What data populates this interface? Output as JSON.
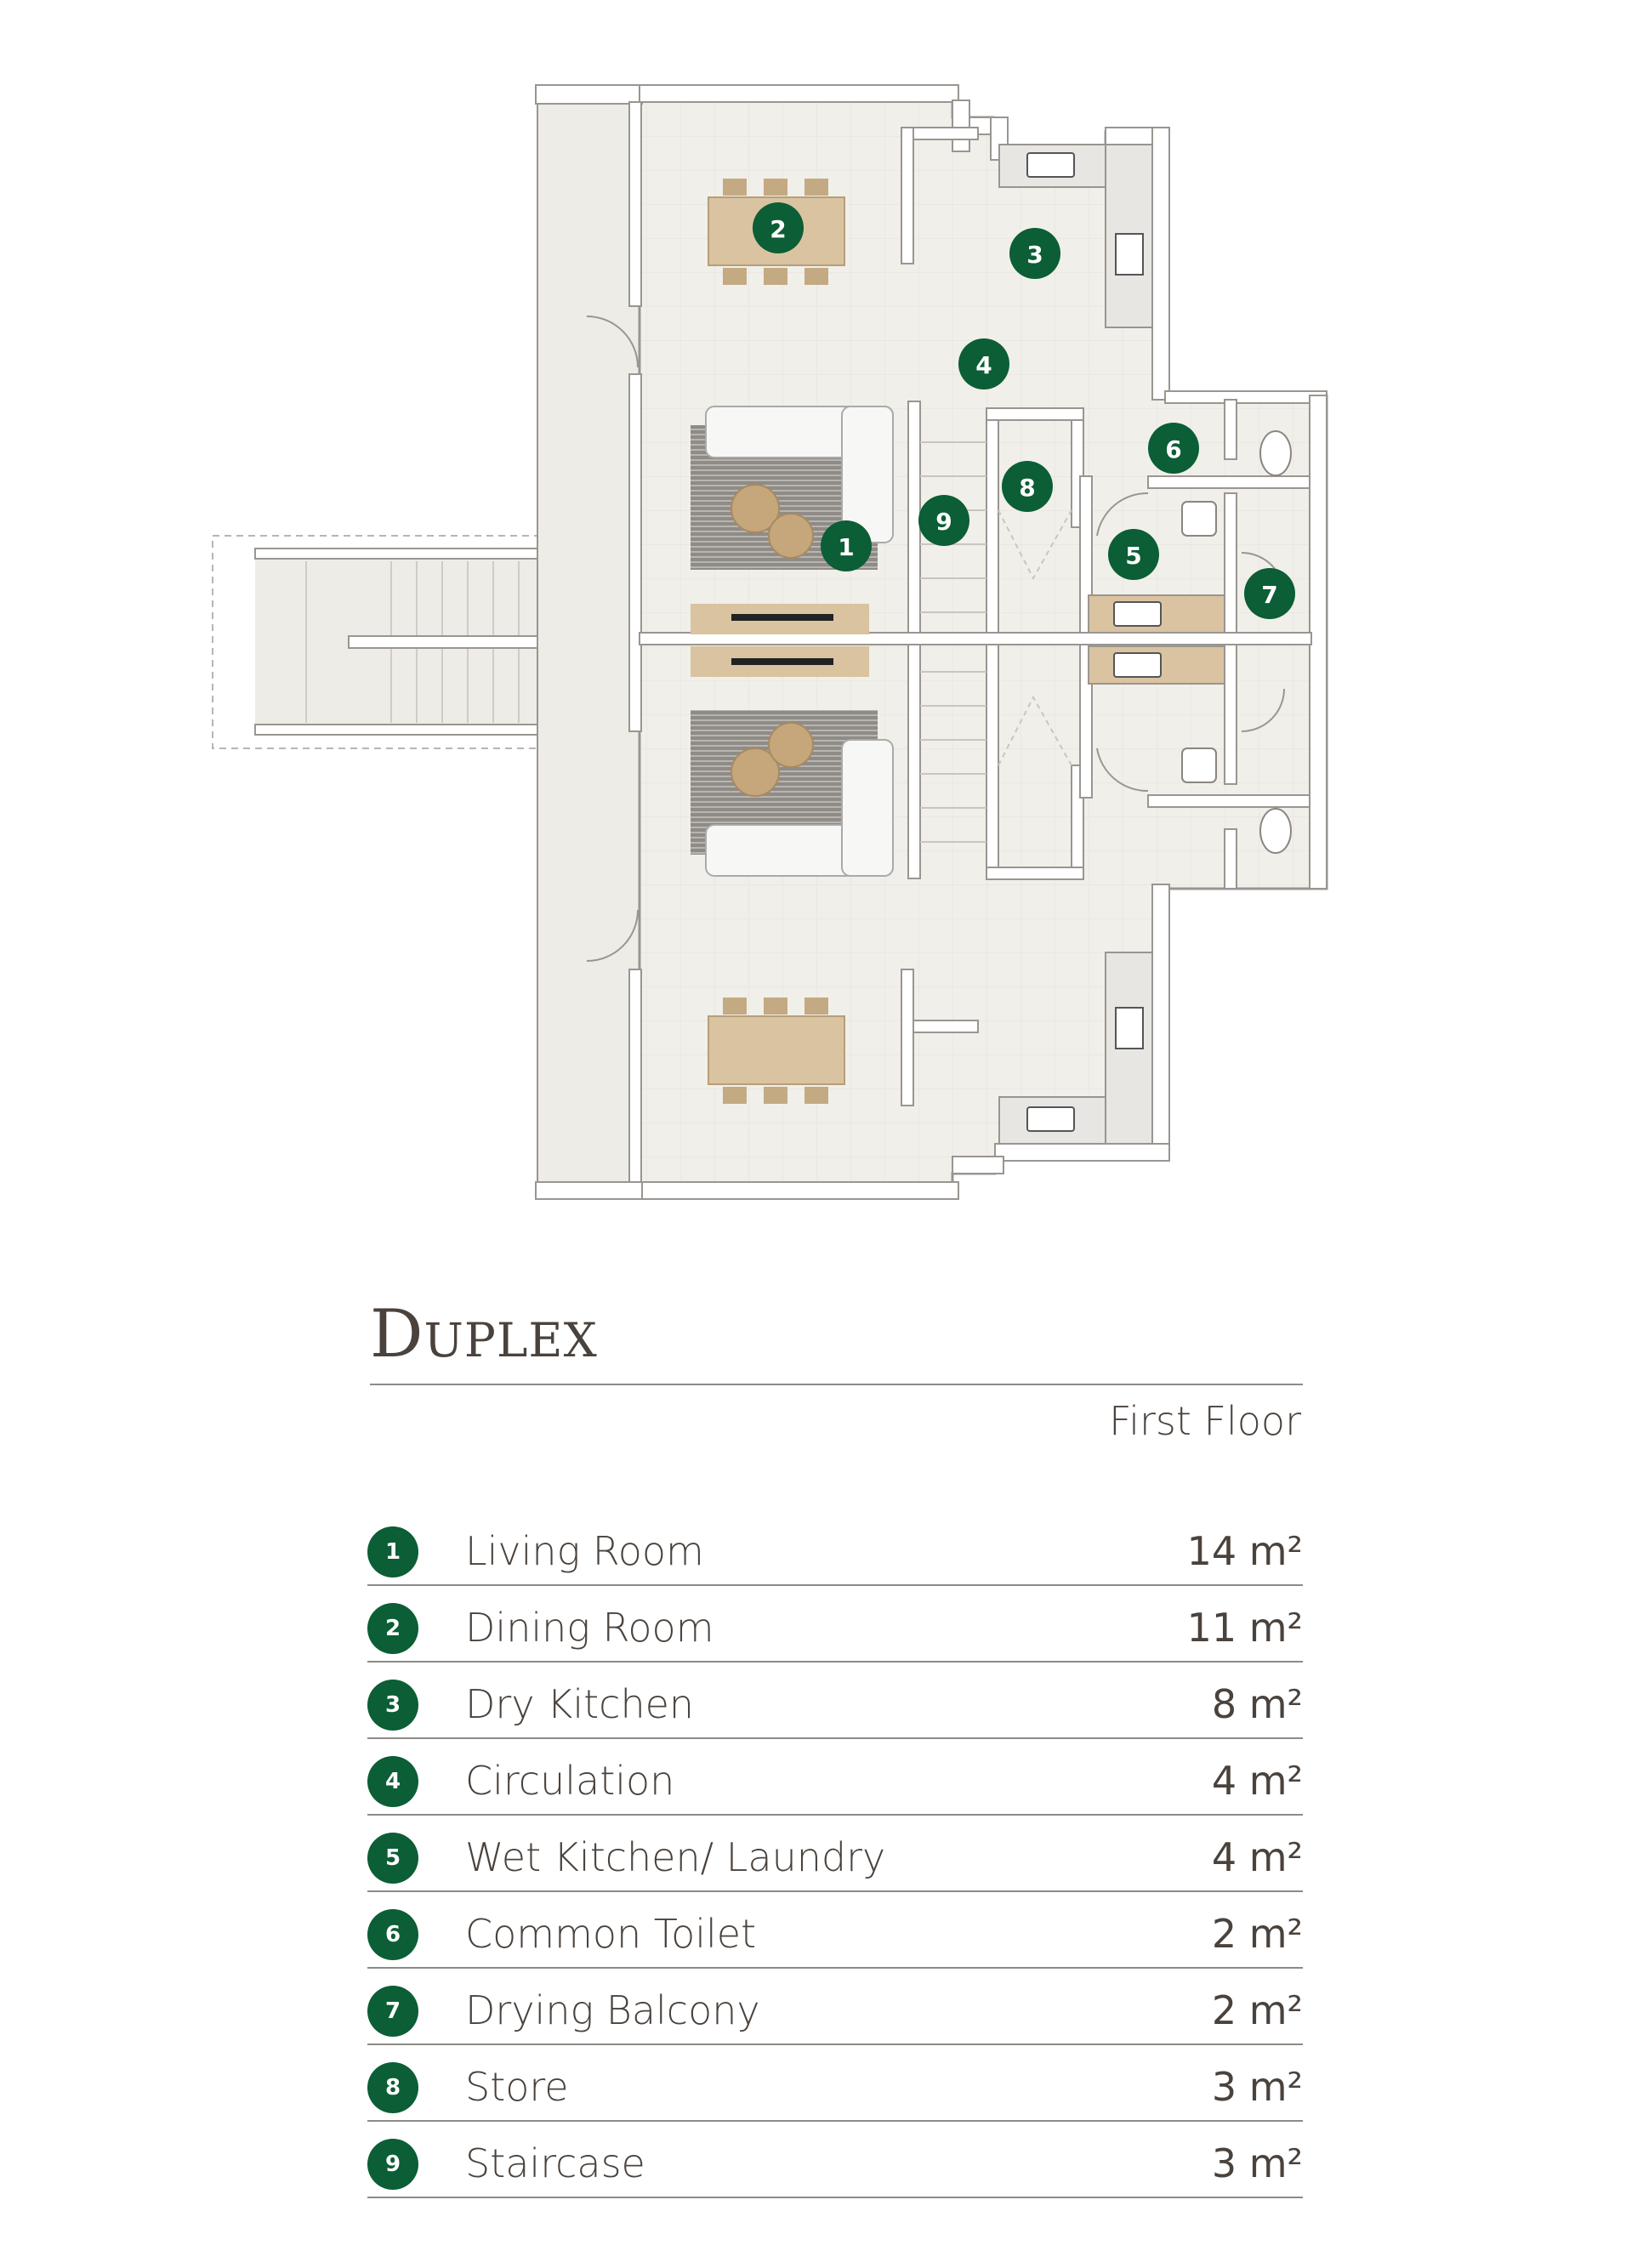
{
  "title": "Duplex",
  "subtitle": "First Floor",
  "colors": {
    "badge": "#0b5e35",
    "text": "#4a423c",
    "rule": "#8f8a85",
    "floor": "#f1efea",
    "wall": "#ffffff",
    "wall_line": "#9a9590",
    "wood": "#d9c3a0"
  },
  "rooms": [
    {
      "num": "1",
      "name": "Living Room",
      "area": "14 m²"
    },
    {
      "num": "2",
      "name": "Dining Room",
      "area": "11 m²"
    },
    {
      "num": "3",
      "name": "Dry Kitchen",
      "area": "8 m²"
    },
    {
      "num": "4",
      "name": "Circulation",
      "area": "4 m²"
    },
    {
      "num": "5",
      "name": "Wet Kitchen/ Laundry",
      "area": "4 m²"
    },
    {
      "num": "6",
      "name": "Common Toilet",
      "area": "2 m²"
    },
    {
      "num": "7",
      "name": "Drying Balcony",
      "area": "2 m²"
    },
    {
      "num": "8",
      "name": "Store",
      "area": "3 m²"
    },
    {
      "num": "9",
      "name": "Staircase",
      "area": "3 m²"
    }
  ]
}
